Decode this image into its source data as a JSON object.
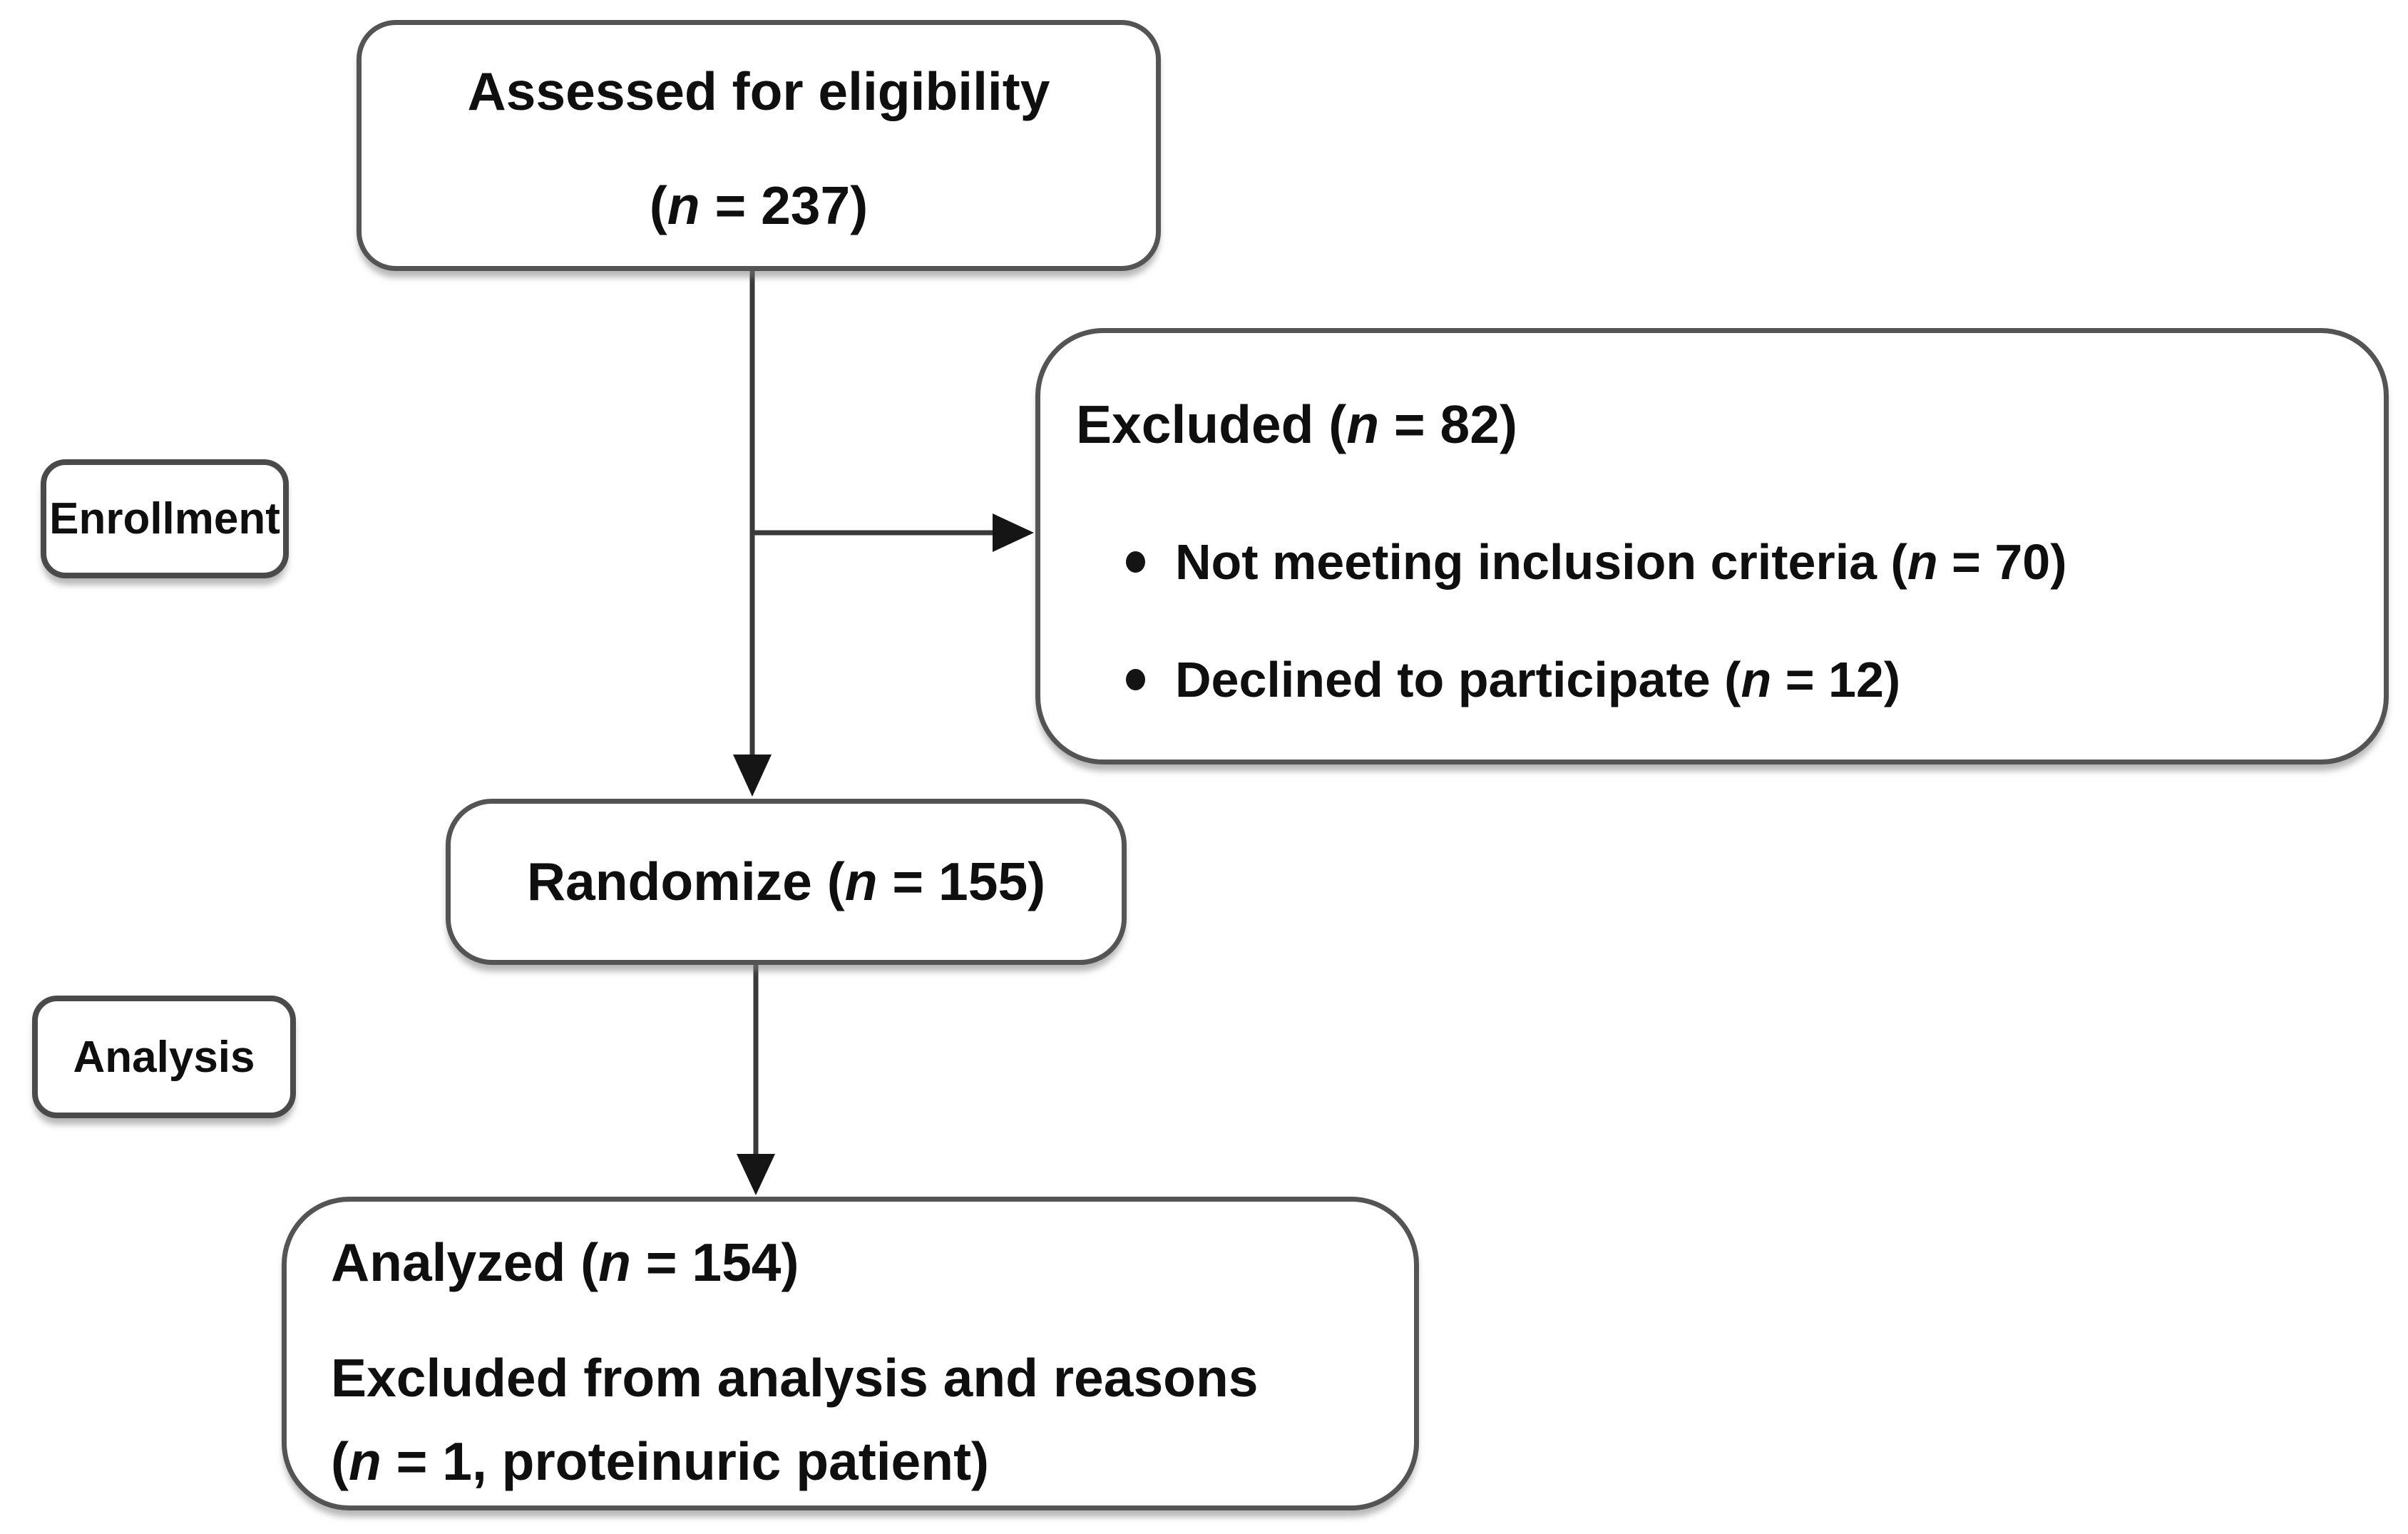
{
  "diagram": {
    "stage_labels": {
      "enrollment": "Enrollment",
      "analysis": "Analysis"
    },
    "assessed": {
      "line1": "Assessed for eligibility",
      "count": {
        "pre": "(",
        "n": "n",
        "post": " = 237)"
      }
    },
    "excluded": {
      "heading": {
        "pre": "Excluded (",
        "n": "n",
        "post": " = 82)"
      },
      "bullets": [
        {
          "pre": "Not meeting inclusion criteria (",
          "n": "n",
          "post": " = 70)"
        },
        {
          "pre": "Declined to participate (",
          "n": "n",
          "post": " = 12)"
        }
      ]
    },
    "randomize": {
      "pre": "Randomize (",
      "n": "n",
      "post": " = 155)"
    },
    "analyzed": {
      "line1": {
        "pre": "Analyzed (",
        "n": "n",
        "post": " = 154)"
      },
      "line2": "Excluded from analysis and reasons",
      "line3": {
        "pre": "(",
        "n": "n",
        "post": " = 1, proteinuric patient)"
      }
    },
    "colors": {
      "box_border": "#545454",
      "arrow_line": "#3a3a3a",
      "arrow_head": "#151515",
      "text": "#0f0f0f",
      "background": "#ffffff"
    }
  }
}
